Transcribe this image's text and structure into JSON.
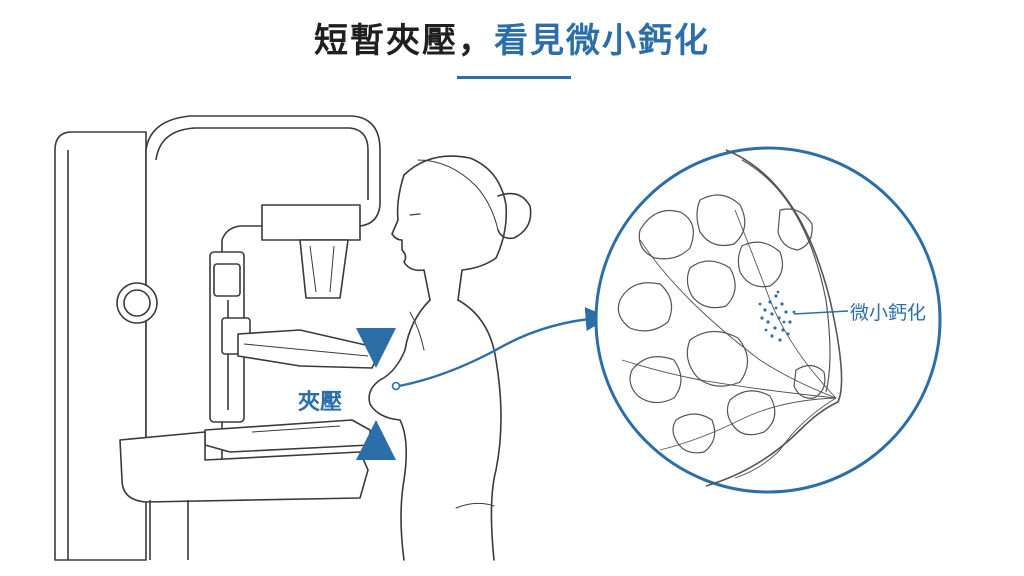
{
  "title": {
    "part1": "短暫夾壓，",
    "part2": "看見微小鈣化"
  },
  "labels": {
    "compression": "夾壓",
    "microcalcification": "微小鈣化"
  },
  "colors": {
    "accent": "#2b6ea8",
    "line": "#3a3a3a",
    "title_dark": "#1f1f1f"
  },
  "icons": [
    "down-arrow-icon",
    "up-arrow-icon"
  ]
}
